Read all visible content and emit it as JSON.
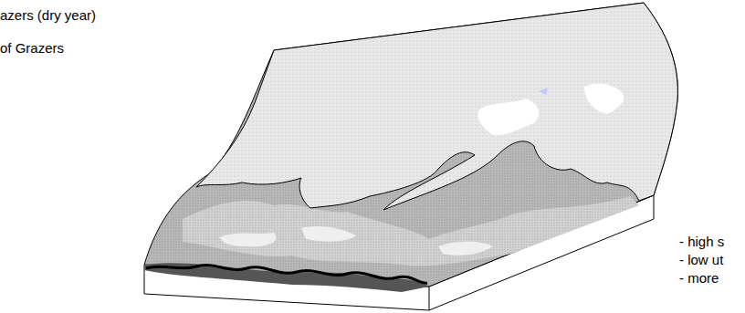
{
  "diagram": {
    "labels": [
      "azers (dry year)",
      "of Grazers",
      "- high s",
      "- low ut",
      "- more"
    ]
  }
}
